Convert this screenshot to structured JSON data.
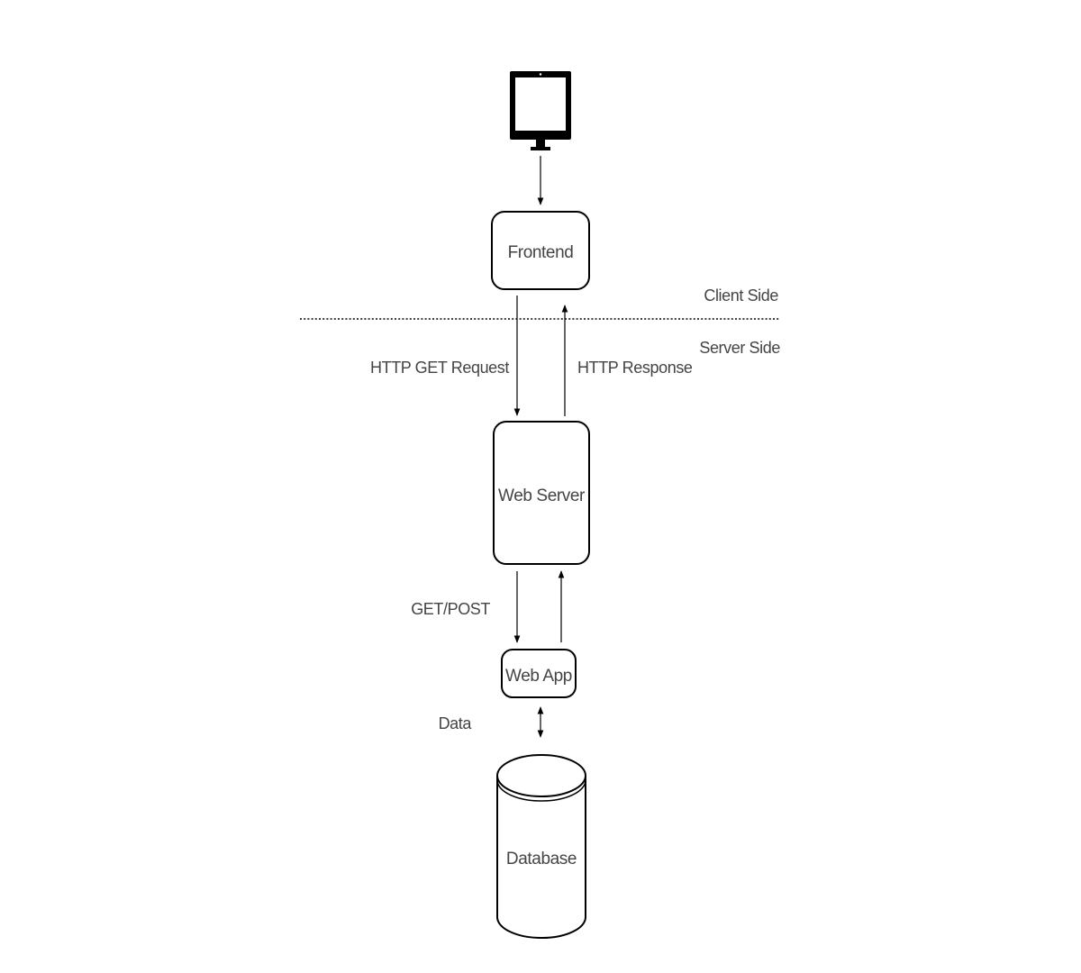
{
  "diagram": {
    "nodes": {
      "client_device": {
        "icon": "monitor-icon"
      },
      "frontend": {
        "label": "Frontend"
      },
      "web_server": {
        "label": "Web Server"
      },
      "web_app": {
        "label": "Web App"
      },
      "database": {
        "label": "Database",
        "icon": "cylinder-icon"
      }
    },
    "edges": {
      "http_request": {
        "label": "HTTP GET Request"
      },
      "http_response": {
        "label": "HTTP Response"
      },
      "get_post": {
        "label": "GET/POST"
      },
      "data": {
        "label": "Data"
      }
    },
    "zones": {
      "client_side": "Client Side",
      "server_side": "Server Side"
    }
  }
}
